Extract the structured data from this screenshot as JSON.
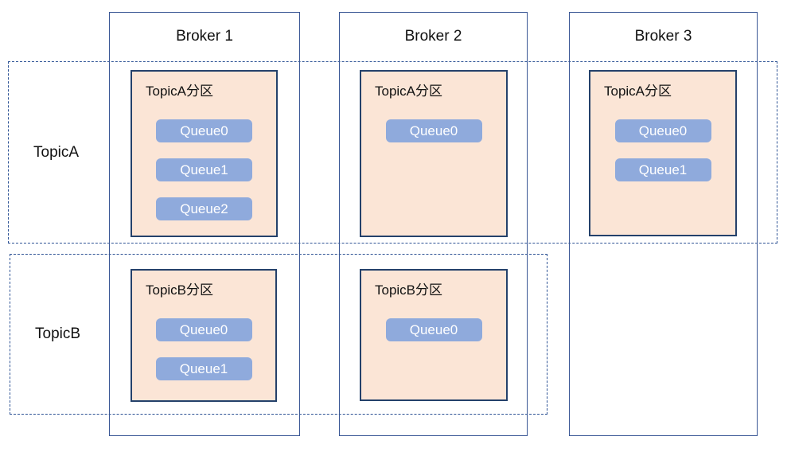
{
  "diagram": {
    "title_hint": "Brokers with topic partitions and queues",
    "topics": [
      {
        "label": "TopicA"
      },
      {
        "label": "TopicB"
      }
    ],
    "brokers": [
      {
        "label": "Broker 1"
      },
      {
        "label": "Broker 2"
      },
      {
        "label": "Broker 3"
      }
    ],
    "partitions": {
      "broker1_topicA": {
        "title": "TopicA分区",
        "queues": [
          "Queue0",
          "Queue1",
          "Queue2"
        ]
      },
      "broker2_topicA": {
        "title": "TopicA分区",
        "queues": [
          "Queue0"
        ]
      },
      "broker3_topicA": {
        "title": "TopicA分区",
        "queues": [
          "Queue0",
          "Queue1"
        ]
      },
      "broker1_topicB": {
        "title": "TopicB分区",
        "queues": [
          "Queue0",
          "Queue1"
        ]
      },
      "broker2_topicB": {
        "title": "TopicB分区",
        "queues": [
          "Queue0"
        ]
      }
    },
    "colors": {
      "broker_border": "#3A5795",
      "band_border": "#2E5395",
      "partition_fill": "#FBE5D6",
      "partition_border": "#24416B",
      "queue_fill": "#8FAADC",
      "queue_text": "#FFFFFF",
      "label_text": "#111111",
      "background": "#FFFFFF"
    }
  }
}
